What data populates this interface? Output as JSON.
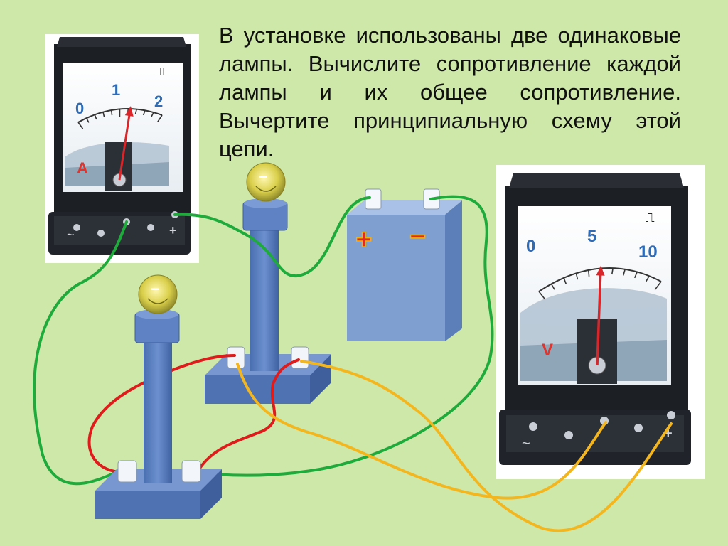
{
  "task": {
    "text": "В установке использованы две одинаковые лампы. Вычислите сопротивление каждой лампы и их общее сопротивление. Вычертите принципиальную схему этой цепи."
  },
  "ammeter": {
    "scale": [
      "0",
      "1",
      "2"
    ],
    "unit": "A",
    "dc_symbol": "⎍",
    "reading": 1.25
  },
  "voltmeter": {
    "scale": [
      "0",
      "5",
      "10"
    ],
    "unit": "V",
    "dc_symbol": "⎍",
    "reading": 5
  },
  "battery": {
    "plus": "+",
    "minus": "−"
  },
  "meter_terminals": {
    "ac": "~",
    "plus": "+"
  },
  "lamps": {
    "minus_sign": "−"
  },
  "colors": {
    "background": "#cde8a8",
    "stand": "#5a7fbf",
    "battery": "#7f9fd0",
    "wire_green": "#1faa3c",
    "wire_red": "#e01b1b",
    "wire_yellow": "#f4b61f",
    "needle": "#d8262a",
    "scale_text": "#2f6cb5",
    "unit_text": "#e0352f"
  }
}
